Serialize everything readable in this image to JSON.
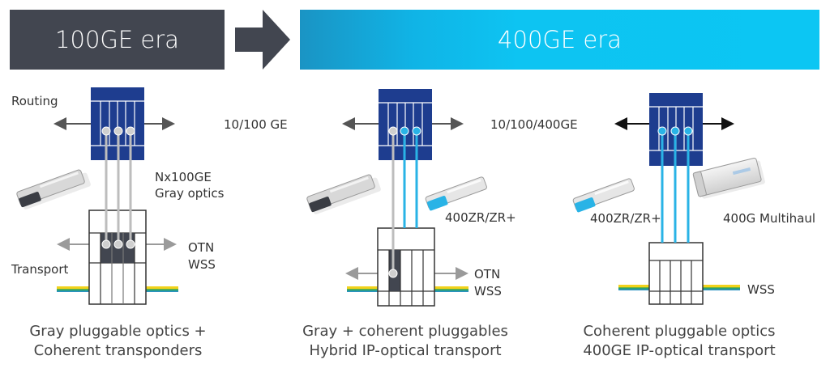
{
  "banners": {
    "left": "100GE era",
    "right": "400GE era"
  },
  "colors": {
    "router_blue": "#1e3d8f",
    "cyan_fiber": "#29b3e6",
    "gray_fiber": "#bdbdbd",
    "dark_gray": "#424650",
    "banner_cyan": "#0cc6f3"
  },
  "icons": [
    "right-arrow-icon",
    "router-chip-icon",
    "optical-box-icon",
    "gray-transceiver-icon",
    "coherent-transceiver-icon",
    "multihaul-module-icon",
    "fiber-cable-icon"
  ],
  "panel1": {
    "routing": "Routing",
    "transport": "Transport",
    "speed": "10/100 GE",
    "optics_line1": "Nx100GE",
    "optics_line2": "Gray optics",
    "otn": "OTN",
    "wss": "WSS",
    "caption_line1": "Gray pluggable optics +",
    "caption_line2": "Coherent transponders"
  },
  "panel2": {
    "speed": "10/100/400GE",
    "zr": "400ZR/ZR+",
    "otn": "OTN",
    "wss": "WSS",
    "caption_line1": "Gray + coherent pluggables",
    "caption_line2": "Hybrid IP-optical transport"
  },
  "panel3": {
    "zr": "400ZR/ZR+",
    "multihaul": "400G Multihaul",
    "wss": "WSS",
    "caption_line1": "Coherent pluggable optics",
    "caption_line2": "400GE IP-optical transport"
  }
}
